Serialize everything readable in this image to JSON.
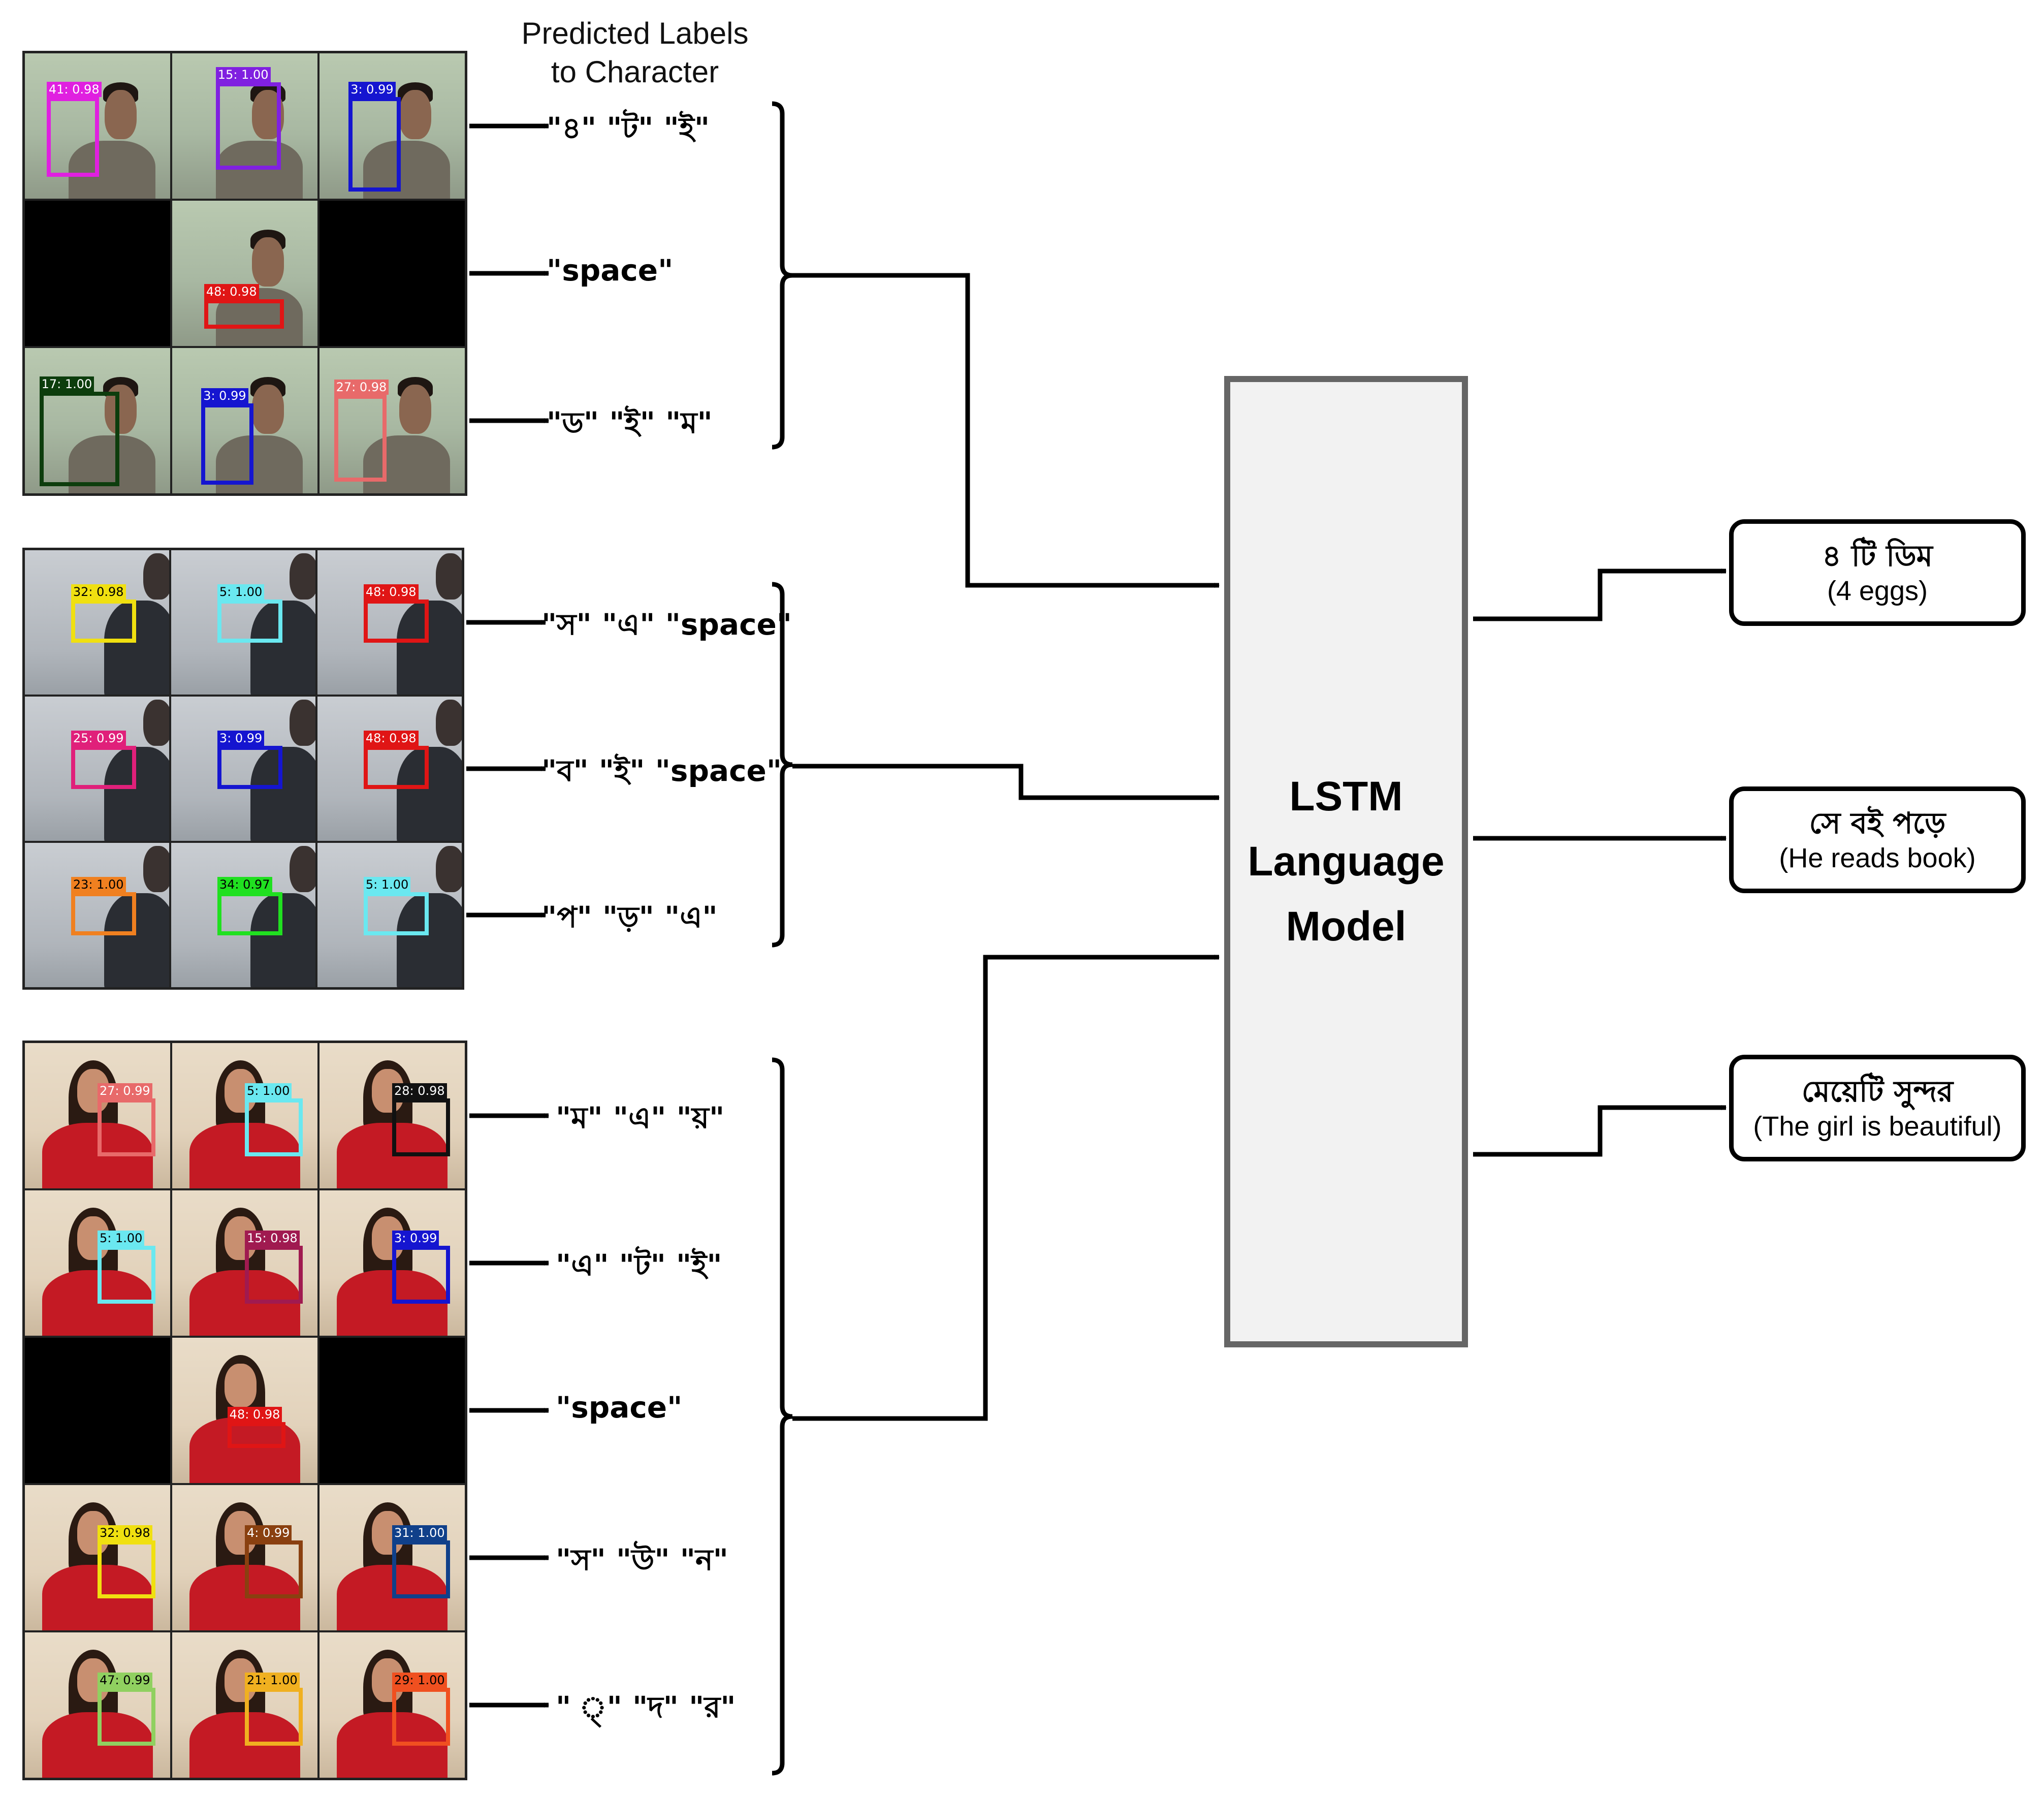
{
  "header": {
    "line1": "Predicted Labels",
    "line2": "to Character"
  },
  "model": {
    "line1": "LSTM",
    "line2": "Language",
    "line3": "Model"
  },
  "groups": [
    {
      "rows": [
        {
          "label": "\"৪\"   \"ট\"   \"ই\"",
          "cells": [
            {
              "det": "41: 0.98",
              "color": "#e020e0",
              "labelColor": "#ffffff"
            },
            {
              "det": "15: 1.00",
              "color": "#8020e0",
              "labelColor": "#ffffff"
            },
            {
              "det": "3: 0.99",
              "color": "#1515d0",
              "labelColor": "#ffffff"
            }
          ]
        },
        {
          "label": "\"space\"",
          "cells": [
            {
              "black": true
            },
            {
              "det": "48: 0.98",
              "color": "#e01515",
              "labelColor": "#ffffff"
            },
            {
              "black": true
            }
          ]
        },
        {
          "label": "\"ড\"   \"ই\"   \"ম\"",
          "cells": [
            {
              "det": "17: 1.00",
              "color": "#0d3d0d",
              "labelColor": "#ffffff"
            },
            {
              "det": "3: 0.99",
              "color": "#1515d0",
              "labelColor": "#ffffff"
            },
            {
              "det": "27: 0.98",
              "color": "#e86a6a",
              "labelColor": "#ffffff"
            }
          ]
        }
      ]
    },
    {
      "rows": [
        {
          "label": "\"স\" \"এ\" \"space\"",
          "cells": [
            {
              "det": "32: 0.98",
              "color": "#f0e010",
              "labelColor": "#000000"
            },
            {
              "det": "5: 1.00",
              "color": "#6ae8f0",
              "labelColor": "#000000"
            },
            {
              "det": "48: 0.98",
              "color": "#e01515",
              "labelColor": "#ffffff"
            }
          ]
        },
        {
          "label": "\"ব\" \"ই\" \"space\"",
          "cells": [
            {
              "det": "25: 0.99",
              "color": "#e0207a",
              "labelColor": "#ffffff"
            },
            {
              "det": "3: 0.99",
              "color": "#1515d0",
              "labelColor": "#ffffff"
            },
            {
              "det": "48: 0.98",
              "color": "#e01515",
              "labelColor": "#ffffff"
            }
          ]
        },
        {
          "label": "\"প\"   \"ড়\"   \"এ\"",
          "cells": [
            {
              "det": "23: 1.00",
              "color": "#f08020",
              "labelColor": "#000000"
            },
            {
              "det": "34: 0.97",
              "color": "#20e020",
              "labelColor": "#000000"
            },
            {
              "det": "5: 1.00",
              "color": "#6ae8f0",
              "labelColor": "#000000"
            }
          ]
        }
      ]
    },
    {
      "rows": [
        {
          "label": "\"ম\"   \"এ\"   \"য়\"",
          "cells": [
            {
              "det": "",
              "color": "#000000",
              "labelColor": "#000000",
              "nobox": true
            },
            {
              "det": "27: 0.99",
              "color": "#e86a6a",
              "labelColor": "#ffffff"
            },
            {
              "det": "5: 1.00",
              "color": "#6ae8f0",
              "labelColor": "#000000"
            },
            {
              "det": "28: 0.98",
              "color": "#111111",
              "labelColor": "#ffffff"
            }
          ]
        },
        {
          "label": "\"এ\"   \"ট\"   \"ই\"",
          "cells": [
            {
              "det": "5: 1.00",
              "color": "#6ae8f0",
              "labelColor": "#000000"
            },
            {
              "det": "15: 0.98",
              "color": "#a01a50",
              "labelColor": "#ffffff"
            },
            {
              "det": "3: 0.99",
              "color": "#1515d0",
              "labelColor": "#ffffff"
            }
          ]
        },
        {
          "label": "\"space\"",
          "cells": [
            {
              "black": true
            },
            {
              "det": "48: 0.98",
              "color": "#e01515",
              "labelColor": "#ffffff"
            },
            {
              "black": true
            }
          ]
        },
        {
          "label": "\"স\"   \"উ\"   \"ন\"",
          "cells": [
            {
              "det": "32: 0.98",
              "color": "#f0e010",
              "labelColor": "#000000"
            },
            {
              "det": "4: 0.99",
              "color": "#8a4010",
              "labelColor": "#ffffff"
            },
            {
              "det": "31: 1.00",
              "color": "#10408a",
              "labelColor": "#ffffff"
            }
          ]
        },
        {
          "label": "\" ্\"  \"দ\"   \"র\"",
          "cells": [
            {
              "det": "47: 0.99",
              "color": "#90d060",
              "labelColor": "#000000"
            },
            {
              "det": "21: 1.00",
              "color": "#f0b020",
              "labelColor": "#000000"
            },
            {
              "det": "29: 1.00",
              "color": "#f05020",
              "labelColor": "#000000"
            }
          ]
        }
      ]
    }
  ],
  "outputs": [
    {
      "bn": "৪ টি ডিম",
      "en": "(4 eggs)"
    },
    {
      "bn": "সে বই পড়ে",
      "en": "(He reads book)"
    },
    {
      "bn": "মেয়েটি সুন্দর",
      "en": "(The girl is beautiful)"
    }
  ]
}
